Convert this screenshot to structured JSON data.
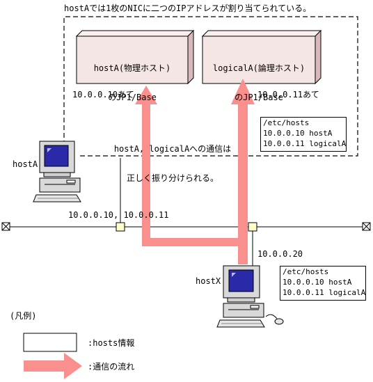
{
  "title": "hostAでは1枚のNICに二つのIPアドレスが割り当てられている。",
  "box_hostA": {
    "line1": "hostA(物理ホスト)",
    "line2": "のJP1/Base"
  },
  "box_logicalA": {
    "line1": "logicalA(論理ホスト)",
    "line2": "のJP1/Base"
  },
  "dest_hostA": "10.0.0.10あて",
  "dest_logicalA": "10.0.0.11あて",
  "routing_note": {
    "line1": "hostA, logicalAへの通信は",
    "line2": "正しく振り分けられる。"
  },
  "hosts_hostA": {
    "lines": [
      "/etc/hosts",
      "10.0.0.10 hostA",
      "10.0.0.11 logicalA"
    ]
  },
  "hosts_hostX": {
    "lines": [
      "/etc/hosts",
      "10.0.0.10 hostA",
      "10.0.0.11 logicalA"
    ]
  },
  "label_hostA": "hostA",
  "label_hostX": "hostX",
  "ip_hostA": "10.0.0.10, 10.0.0.11",
  "ip_hostX": "10.0.0.20",
  "legend": {
    "heading": "(凡例)",
    "hosts_info": ":hosts情報",
    "comm_flow": ":通信の流れ"
  },
  "colors": {
    "arrow": "#f9908e",
    "screen": "#2a2aa8",
    "box_face": "#f5e6e6",
    "box_side": "#d8b8b8"
  }
}
